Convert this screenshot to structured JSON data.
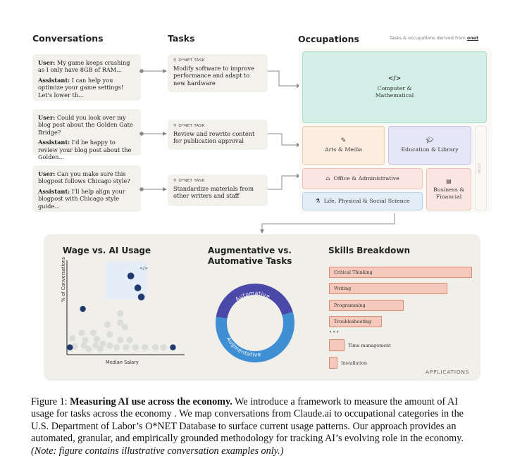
{
  "headers": {
    "conversations": "Conversations",
    "tasks": "Tasks",
    "occupations": "Occupations",
    "derived_note": "Tasks & occupations derived from",
    "onet_logo": "onet"
  },
  "conversations": [
    {
      "user_label": "User:",
      "user_text": "My game keeps crashing as I only have 8GB of RAM...",
      "assistant_label": "Assistant:",
      "assistant_text": "I can help you optimize your game settings! Let's lower th..."
    },
    {
      "user_label": "User:",
      "user_text": "Could you look over my blog post about the Golden Gate Bridge?",
      "assistant_label": "Assistant:",
      "assistant_text": "I'd be happy to review your blog post about the Golden..."
    },
    {
      "user_label": "User:",
      "user_text": "Can you make sure this blogpost follows Chicago style?",
      "assistant_label": "Assistant:",
      "assistant_text": "I'll help align your blogpost with Chicago style guide..."
    }
  ],
  "tasks": [
    {
      "tag": "O*NET TASK",
      "text": "Modify software to improve performance and adapt to new hardware"
    },
    {
      "tag": "O*NET TASK",
      "text": "Review and rewrite content for publication approval"
    },
    {
      "tag": "O*NET TASK",
      "text": "Standardize materials from other writers and staff"
    }
  ],
  "occupations": {
    "computer": {
      "label": "Computer & Mathematical",
      "icon": "code-icon",
      "color": "#d4efe7",
      "border": "#a8dccb"
    },
    "arts": {
      "label": "Arts & Media",
      "icon": "brush-icon",
      "color": "#fbeee0",
      "border": "#efcfae"
    },
    "education": {
      "label": "Education & Library",
      "icon": "graduation-cap-icon",
      "color": "#e6e6f7",
      "border": "#c4c4e8"
    },
    "office": {
      "label": "Office & Administrative",
      "icon": "building-icon",
      "color": "#fbe6e2",
      "border": "#efc3b9"
    },
    "business": {
      "label": "Business & Financial",
      "icon": "ledger-icon",
      "color": "#fbe6e2",
      "border": "#efc3b9"
    },
    "life": {
      "label": "Life, Physical & Social Science",
      "icon": "flask-icon",
      "color": "#e2edf8",
      "border": "#b7d0ec"
    },
    "small_label": "OCCU"
  },
  "panels": {
    "wage": {
      "title": "Wage vs. AI Usage",
      "xlabel": "Median Salary",
      "ylabel": "% of Conversations"
    },
    "augment": {
      "title_line1": "Augmentative vs.",
      "title_line2": "Automative Tasks",
      "automative_label": "Automative",
      "augmentative_label": "Augmentative"
    },
    "skills": {
      "title": "Skills Breakdown",
      "ellipsis": "•••",
      "footer": "APPLICATIONS"
    }
  },
  "chart_data": [
    {
      "type": "scatter",
      "title": "Wage vs. AI Usage",
      "xlabel": "Median Salary",
      "ylabel": "% of Conversations",
      "series": [
        {
          "values": [
            [
              0.54,
              0.86
            ],
            [
              0.6,
              0.73
            ],
            [
              0.63,
              0.63
            ]
          ],
          "color": "#1f3a6e"
        },
        {
          "values": [
            [
              0.13,
              0.5
            ],
            [
              0.02,
              0.08
            ],
            [
              0.9,
              0.08
            ]
          ],
          "color": "#1f3a6e"
        },
        {
          "values": [
            [
              0.45,
              0.45
            ],
            [
              0.34,
              0.33
            ],
            [
              0.45,
              0.35
            ],
            [
              0.12,
              0.24
            ],
            [
              0.22,
              0.24
            ],
            [
              0.49,
              0.3
            ],
            [
              0.36,
              0.22
            ],
            [
              0.04,
              0.18
            ],
            [
              0.15,
              0.16
            ],
            [
              0.25,
              0.17
            ],
            [
              0.06,
              0.09
            ],
            [
              0.14,
              0.1
            ],
            [
              0.24,
              0.1
            ],
            [
              0.3,
              0.12
            ],
            [
              0.36,
              0.1
            ],
            [
              0.45,
              0.16
            ],
            [
              0.53,
              0.16
            ],
            [
              0.58,
              0.08
            ],
            [
              0.75,
              0.08
            ],
            [
              0.82,
              0.08
            ],
            [
              0.42,
              0.08
            ],
            [
              0.5,
              0.08
            ],
            [
              0.66,
              0.08
            ],
            [
              0.18,
              0.06
            ],
            [
              0.28,
              0.06
            ]
          ],
          "color": "#d9d9d9"
        }
      ]
    },
    {
      "type": "pie",
      "title": "Augmentative vs. Automative Tasks",
      "categories": [
        "Automative",
        "Augmentative"
      ],
      "values": [
        43,
        57
      ],
      "colors": [
        "#4a48a8",
        "#3e8fd4"
      ]
    },
    {
      "type": "bar",
      "title": "Skills Breakdown",
      "categories": [
        "Critical Thinking",
        "Writing",
        "Programming",
        "Troubleshooting",
        "Time management",
        "Installation"
      ],
      "values": [
        100,
        83,
        52,
        37,
        11,
        6
      ]
    }
  ],
  "caption": {
    "fig_label": "Figure 1:",
    "bold": "Measuring AI use across the economy.",
    "text": " We introduce a framework to measure the amount of AI usage for tasks across the economy . We map conversations from Claude.ai to occupational categories in the U.S. Department of Labor’s O*NET Database to surface current usage patterns. Our approach provides an automated, granular, and empirically grounded methodology for tracking AI’s evolving role in the economy.",
    "note": "(Note: figure contains illustrative conversation examples only.)"
  }
}
